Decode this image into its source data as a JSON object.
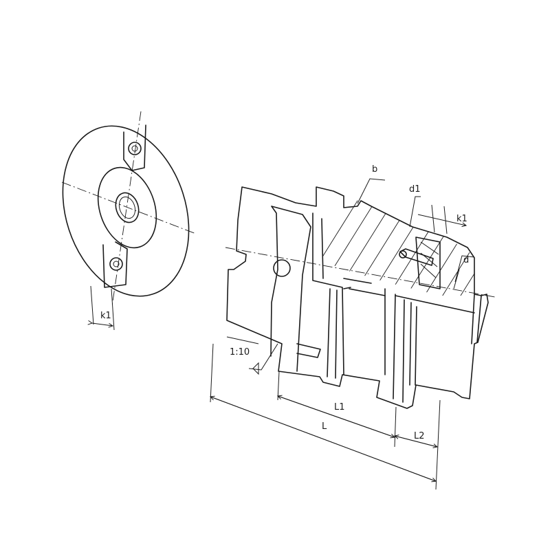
{
  "labels": {
    "k1_left": "k1",
    "b": "b",
    "d1": "d1",
    "k1_right": "k1",
    "d": "d",
    "taper": "1:10",
    "L1": "L1",
    "L": "L",
    "L2": "L2"
  }
}
